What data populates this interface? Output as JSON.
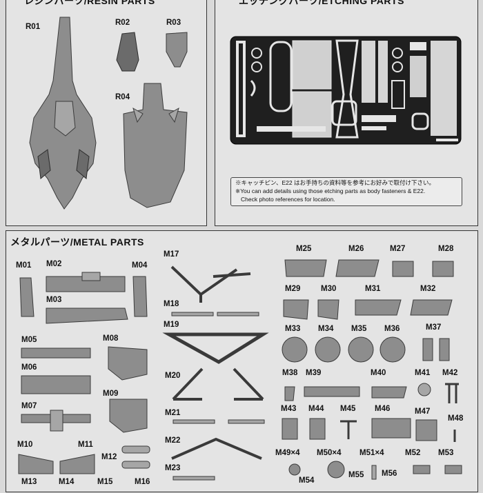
{
  "resin": {
    "title": "レジンパーツ/RESIN PARTS",
    "labels": {
      "r01": "R01",
      "r02": "R02",
      "r03": "R03",
      "r04": "R04"
    }
  },
  "etching": {
    "title": "エッチングパーツ/ETCHING PARTS",
    "note1": "※キャッチピン、E22 はお手持ちの資料等を参考にお好みで取付け下さい。",
    "note2": "※You can add details using those etching parts as body fasteners & E22.",
    "note3": "Check photo references for location."
  },
  "metal": {
    "title": "メタルパーツ/METAL PARTS",
    "labels": {
      "m01": "M01",
      "m02": "M02",
      "m03": "M03",
      "m04": "M04",
      "m05": "M05",
      "m06": "M06",
      "m07": "M07",
      "m08": "M08",
      "m09": "M09",
      "m10": "M10",
      "m11": "M11",
      "m12": "M12",
      "m13": "M13",
      "m14": "M14",
      "m15": "M15",
      "m16": "M16",
      "m17": "M17",
      "m18": "M18",
      "m19": "M19",
      "m20": "M20",
      "m21": "M21",
      "m22": "M22",
      "m23": "M23",
      "m25": "M25",
      "m26": "M26",
      "m27": "M27",
      "m28": "M28",
      "m29": "M29",
      "m30": "M30",
      "m31": "M31",
      "m32": "M32",
      "m33": "M33",
      "m34": "M34",
      "m35": "M35",
      "m36": "M36",
      "m37": "M37",
      "m38": "M38",
      "m39": "M39",
      "m40": "M40",
      "m41": "M41",
      "m42": "M42",
      "m43": "M43",
      "m44": "M44",
      "m45": "M45",
      "m46": "M46",
      "m47": "M47",
      "m48": "M48",
      "m49": "M49×4",
      "m50": "M50×4",
      "m51": "M51×4",
      "m52": "M52",
      "m53": "M53",
      "m54": "M54",
      "m55": "M55",
      "m56": "M56"
    }
  }
}
